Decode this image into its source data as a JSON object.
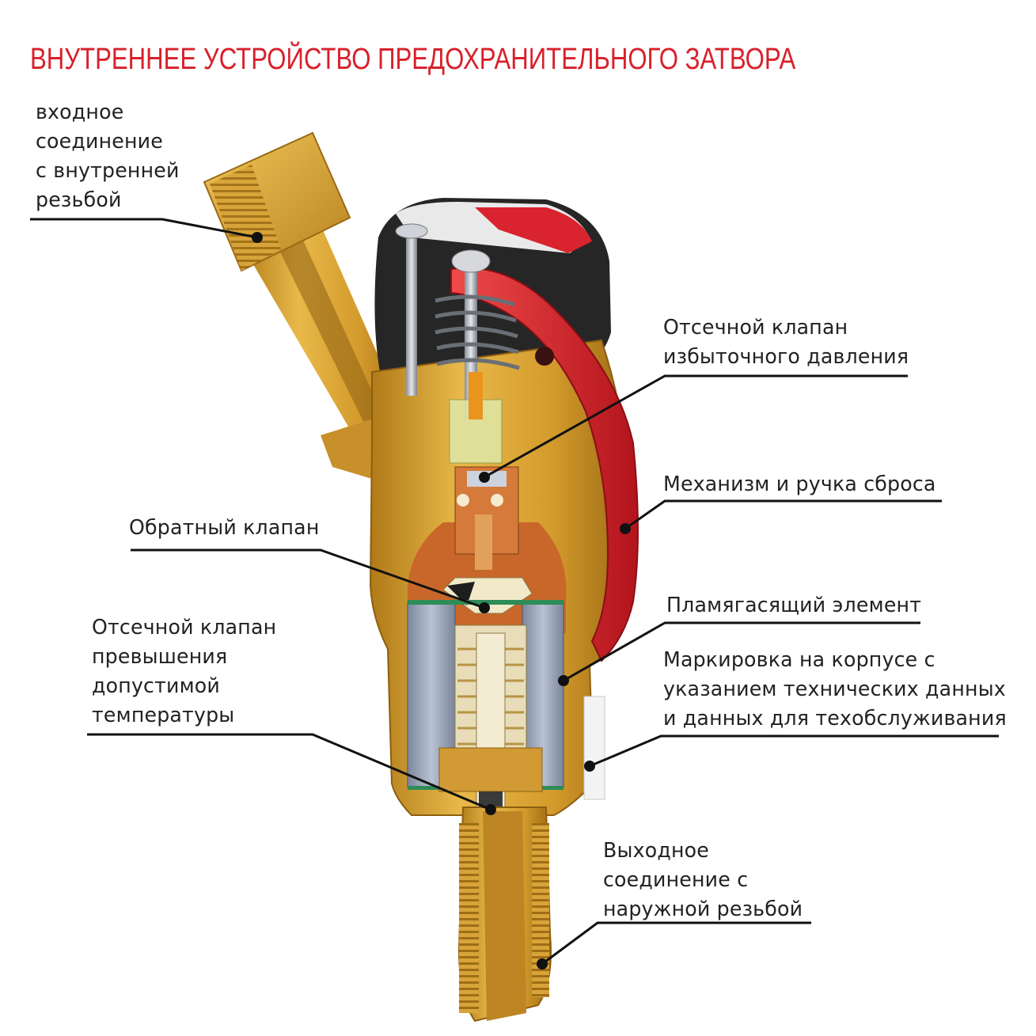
{
  "title": "ВНУТРЕННЕЕ УСТРОЙСТВО ПРЕДОХРАНИТЕЛЬНОГО ЗАТВОРА",
  "labels": {
    "inlet": [
      "входное",
      "соединение",
      "с внутренней",
      "резьбой"
    ],
    "relief_valve": [
      "Отсечной клапан",
      "избыточного давления"
    ],
    "reset_mechanism": [
      "Механизм и ручка сброса"
    ],
    "check_valve": [
      "Обратный клапан"
    ],
    "flame_arrestor": [
      "Пламягасящий элемент"
    ],
    "thermal_valve": [
      "Отсечной клапан",
      "превышения",
      "допустимой",
      "температуры"
    ],
    "marking": [
      "Маркировка на корпусе с",
      "указанием технических данных",
      "и данных для техобслуживания"
    ],
    "outlet": [
      "Выходное",
      "соединение с",
      "наружной резьбой"
    ]
  },
  "colors": {
    "title": "#d8202a",
    "brass": "#d9a334",
    "brass_dark": "#a8741a",
    "handle_red": "#d9232e",
    "cap_black": "#2a2a2a",
    "filter_blue": "#9aa6bd",
    "leader": "#111111"
  }
}
